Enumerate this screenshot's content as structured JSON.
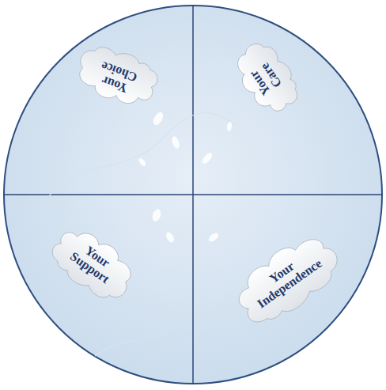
{
  "diagram": {
    "nodes": [
      {
        "text": [
          "Your Choice"
        ]
      },
      {
        "text": [
          "Your Care"
        ]
      },
      {
        "text": [
          "Your Support"
        ]
      },
      {
        "text": [
          "Your Independence"
        ]
      }
    ]
  }
}
